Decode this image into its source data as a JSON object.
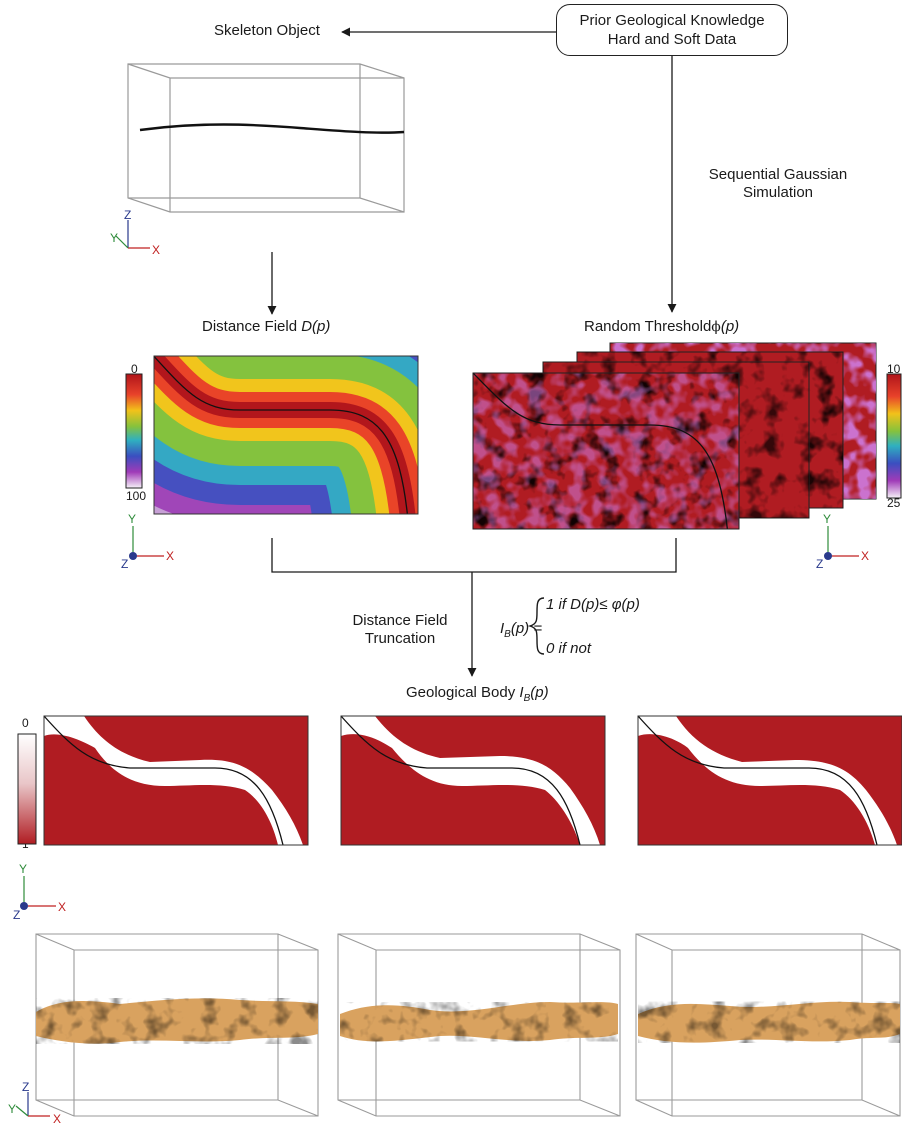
{
  "skeleton_label": "Skeleton Object",
  "prior_box": {
    "line1": "Prior Geological Knowledge",
    "line2": "Hard and Soft Data"
  },
  "sgs": {
    "line1": "Sequential Gaussian",
    "line2": "Simulation"
  },
  "distance_field_label": "Distance Field",
  "distance_field_func": "D(p)",
  "random_threshold_label": "Random Threshold",
  "random_threshold_func": "(p)",
  "phi_symbol": "ϕ",
  "truncation": {
    "line1": "Distance Field",
    "line2": "Truncation"
  },
  "equation": {
    "lhs_I": "I",
    "lhs_sub": "B",
    "lhs_rest": "(p) =",
    "case1": "1 if D(p)≤ φ(p)",
    "case2": "0 if not"
  },
  "geobody_label": "Geological Body",
  "geobody_func_I": "I",
  "geobody_func_sub": "B",
  "geobody_func_rest": "(p)",
  "colorbars": {
    "distance": {
      "top": "0",
      "bottom": "100"
    },
    "threshold": {
      "top": "10",
      "bottom": "25"
    },
    "indicator": {
      "top": "0",
      "bottom": "1"
    }
  },
  "axes": {
    "x": "X",
    "y": "Y",
    "z": "Z"
  },
  "colors": {
    "red": "#b01c22",
    "sand": "#d9a25f",
    "ink": "#1a1a1a",
    "frame": "#9a9a9a"
  }
}
